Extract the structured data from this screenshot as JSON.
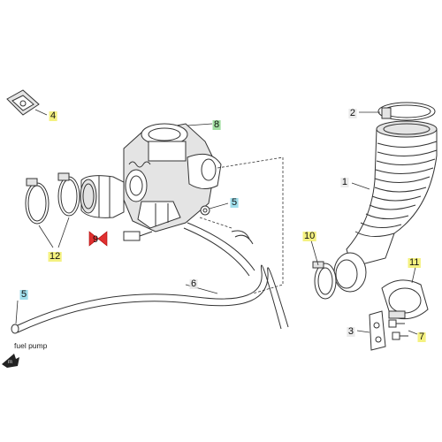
{
  "callouts": {
    "c1": {
      "number": "1",
      "color": "#e6e6e6"
    },
    "c2": {
      "number": "2",
      "color": "#e6e6e6"
    },
    "c3": {
      "number": "3",
      "color": "#e6e6e6"
    },
    "c4": {
      "number": "4",
      "color": "#f2ee6a"
    },
    "c5a": {
      "number": "5",
      "color": "#8fd8e8"
    },
    "c5b": {
      "number": "5",
      "color": "#8fd8e8"
    },
    "c6": {
      "number": "6",
      "color": "#e6e6e6"
    },
    "c7": {
      "number": "7",
      "color": "#f2ee6a"
    },
    "c8": {
      "number": "8",
      "color": "#8fd88f"
    },
    "c9": {
      "number": "9",
      "color": "#e03030"
    },
    "c10": {
      "number": "10",
      "color": "#f2ee6a"
    },
    "c11": {
      "number": "11",
      "color": "#f2ee6a"
    },
    "c12": {
      "number": "12",
      "color": "#f2ee6a"
    }
  },
  "labels": {
    "fuel_pump": "fuel pump"
  },
  "icons": {
    "front": "front-arrow-icon"
  }
}
